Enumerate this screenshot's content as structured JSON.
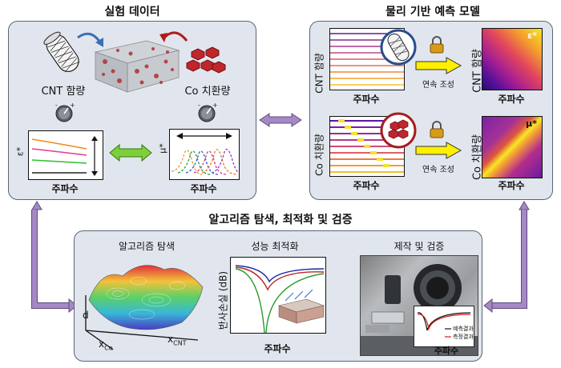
{
  "experimental": {
    "title": "실험 데이터",
    "cnt_label": "CNT 함량",
    "co_label": "Co 치환량",
    "left_plot_xlabel": "주파수",
    "left_plot_ylabel": "ε*",
    "right_plot_xlabel": "주파수",
    "right_plot_ylabel": "μ*"
  },
  "physics_model": {
    "title": "물리 기반 예측 모델",
    "top_ylabel": "CNT 함량",
    "top_xlabel": "주파수",
    "top_arrow_label": "연속 조성",
    "top_map_ylabel": "CNT 함량",
    "top_map_xlabel": "주파수",
    "top_map_tag": "ε*",
    "bottom_ylabel": "Co 치환량",
    "bottom_xlabel": "주파수",
    "bottom_arrow_label": "연속 조성",
    "bottom_map_ylabel": "Co 치환량",
    "bottom_map_xlabel": "주파수",
    "bottom_map_tag": "μ*"
  },
  "algorithm": {
    "title": "알고리즘 탐색, 최적화 및 검증",
    "search_title": "알고리즘 탐색",
    "axis_d": "d",
    "axis_xco": "x",
    "axis_xco_sub": "Co",
    "axis_xcnt": "x",
    "axis_xcnt_sub": "CNT",
    "optim_title": "성능 최적화",
    "optim_ylabel": "반사손실 (dB)",
    "optim_xlabel": "주파수",
    "valid_title": "제작 및 검증",
    "valid_xlabel": "주파수",
    "legend_pred": "예측결과",
    "legend_meas": "측정결과"
  }
}
